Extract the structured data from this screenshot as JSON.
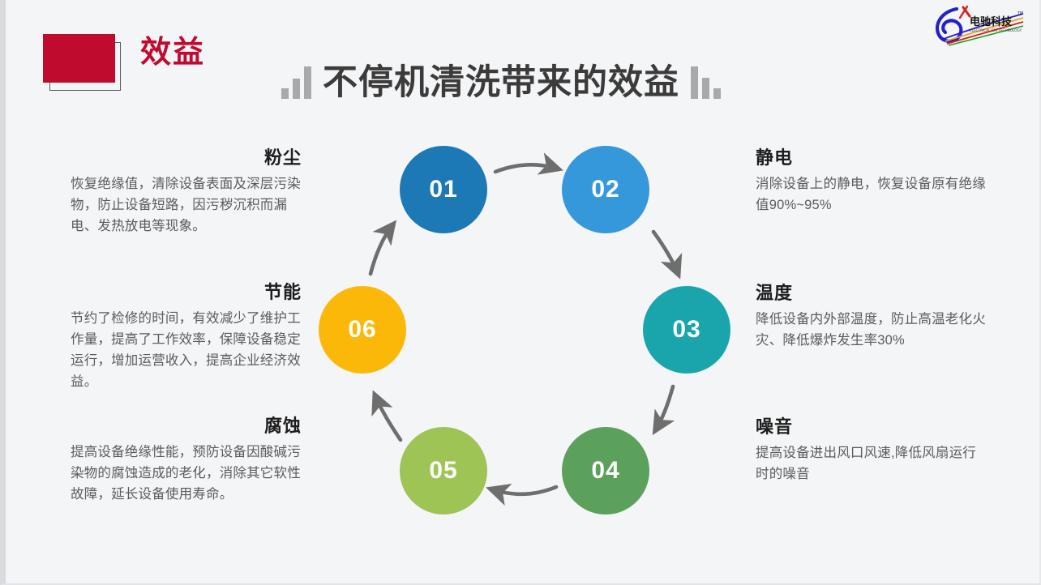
{
  "slide": {
    "background_color": "#f4f5f7",
    "tag": {
      "label": "效益",
      "box_color": "#be0b2e"
    },
    "title": "不停机清洗带来的效益",
    "title_color": "#3b3b3b",
    "decoration": {
      "left_bars_icon": "bar-chart-ascending-icon",
      "right_bars_icon": "bar-chart-descending-icon",
      "bar_color": "#a8a9ab"
    },
    "logo": {
      "name": "dianchi-technology-logo",
      "chinese": "电驰科技",
      "english": "ELECTRICAL CHI TECHNOLOGY",
      "trademark": "TM"
    }
  },
  "diagram": {
    "type": "cycle",
    "arrow_color": "#6e6e6e",
    "nodes": [
      {
        "number": "01",
        "color": "#1c79b6",
        "topic": "粉尘"
      },
      {
        "number": "02",
        "color": "#3498db",
        "topic": "静电"
      },
      {
        "number": "03",
        "color": "#1aa5ad",
        "topic": "温度"
      },
      {
        "number": "04",
        "color": "#5ba05b",
        "topic": "噪音"
      },
      {
        "number": "05",
        "color": "#9ec456",
        "topic": "腐蚀"
      },
      {
        "number": "06",
        "color": "#fbb808",
        "topic": "节能"
      }
    ]
  },
  "blocks": {
    "left": [
      {
        "head": "粉尘",
        "body": "恢复绝缘值，清除设备表面及深层污染物，防止设备短路，因污秽沉积而漏电、发热放电等现象。"
      },
      {
        "head": "节能",
        "body": "节约了检修的时间，有效减少了维护工作量，提高了工作效率，保障设备稳定运行，增加运营收入，提高企业经济效益。"
      },
      {
        "head": "腐蚀",
        "body": "提高设备绝缘性能，预防设备因酸碱污染物的腐蚀造成的老化，消除其它软性故障，延长设备使用寿命。"
      }
    ],
    "right": [
      {
        "head": "静电",
        "body": "消除设备上的静电，恢复设备原有绝缘值90%~95%"
      },
      {
        "head": "温度",
        "body": "降低设备内外部温度，防止高温老化火灾、降低爆炸发生率30%"
      },
      {
        "head": "噪音",
        "body": "提高设备进出风口风速,降低风扇运行时的噪音"
      }
    ]
  }
}
